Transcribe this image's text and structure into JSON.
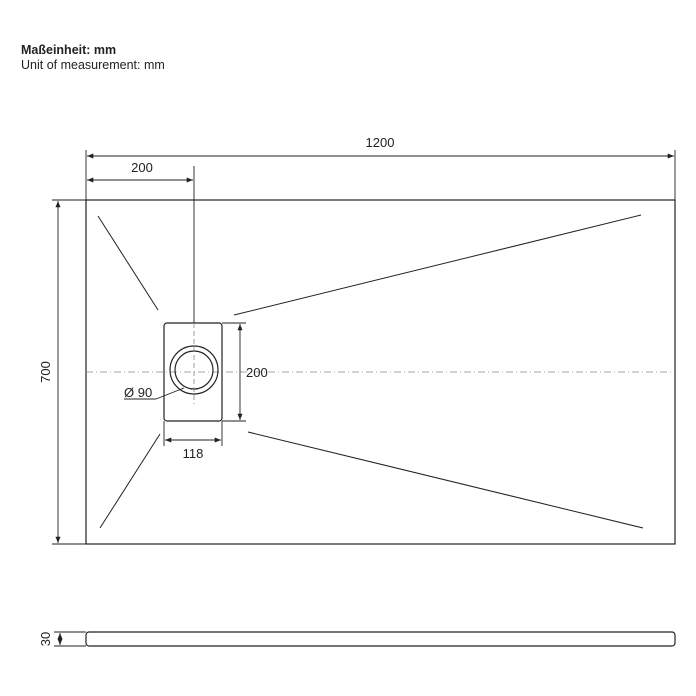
{
  "legend": {
    "unit_de": "Maßeinheit: mm",
    "unit_en": "Unit of measurement: mm"
  },
  "dimensions": {
    "overall_length": "1200",
    "drain_offset": "200",
    "overall_width": "700",
    "drain_cover_height": "200",
    "drain_cover_width": "118",
    "drain_diameter": "Ø 90",
    "tray_thickness": "30"
  },
  "colors": {
    "line": "#222222",
    "centerline": "#888888"
  }
}
